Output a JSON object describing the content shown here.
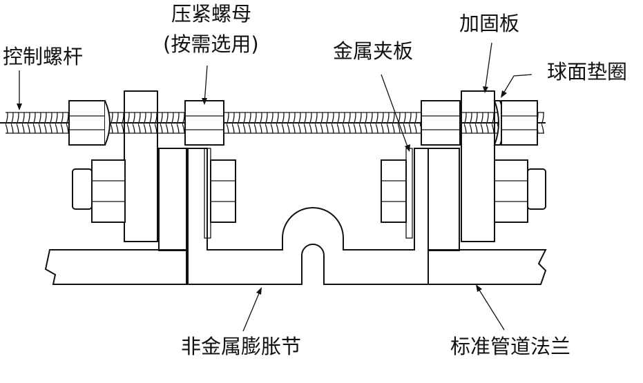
{
  "labels": {
    "control_rod": "控制螺杆",
    "lock_nut_line1": "压紧螺母",
    "lock_nut_line2": "(按需选用)",
    "metal_clamp": "金属夹板",
    "reinforcing_plate": "加固板",
    "spherical_washer": "球面垫圈",
    "nonmetal_joint": "非金属膨胀节",
    "standard_flange": "标准管道法兰"
  },
  "colors": {
    "line": "#111111",
    "background": "#ffffff"
  }
}
